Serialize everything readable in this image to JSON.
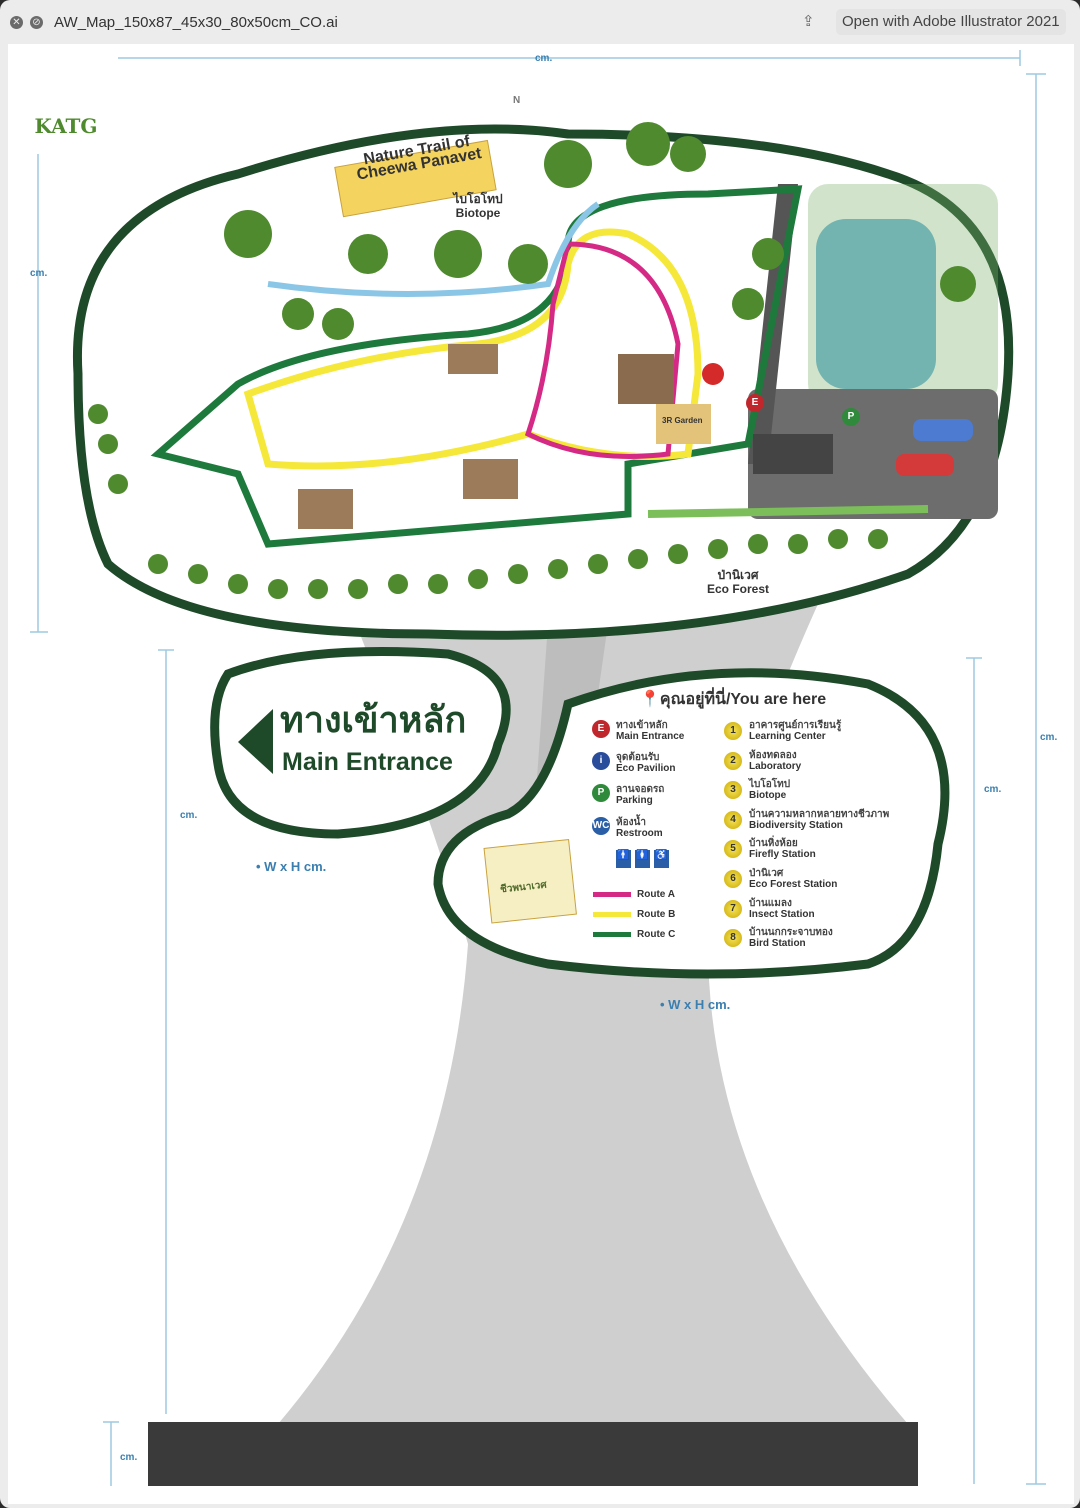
{
  "window": {
    "title": "AW_Map_150x87_45x30_80x50cm_CO.ai",
    "open_button": "Open with Adobe Illustrator 2021"
  },
  "logo": {
    "text": "KATG"
  },
  "dims": {
    "cm": "cm.",
    "wh_label_1": "• W   x H   cm.",
    "wh_label_2": "• W   x H   cm."
  },
  "map": {
    "title_sign": "Nature Trail of Cheewa Panavet",
    "biotope_th": "ไบโอโทป",
    "biotope_en": "Biotope",
    "eco_forest_th": "ป่านิเวศ",
    "eco_forest_en": "Eco Forest",
    "compass": "N",
    "garden": "3R Garden"
  },
  "entrance_sign": {
    "th": "ทางเข้าหลัก",
    "en": "Main Entrance"
  },
  "legend": {
    "title": "คุณอยู่ที่นี่/You are here",
    "symbols": [
      {
        "badge": "E",
        "th": "ทางเข้าหลัก",
        "en": "Main Entrance",
        "color": "#c0272d"
      },
      {
        "badge": "i",
        "th": "จุดต้อนรับ",
        "en": "Eco Pavilion",
        "color": "#2a4d9b"
      },
      {
        "badge": "P",
        "th": "ลานจอดรถ",
        "en": "Parking",
        "color": "#2f8a3c"
      },
      {
        "badge": "WC",
        "th": "ห้องน้ำ",
        "en": "Restroom",
        "color": "#2a5fa8"
      }
    ],
    "routes": [
      {
        "label": "Route A",
        "color": "#d42a86"
      },
      {
        "label": "Route B",
        "color": "#f5e83a"
      },
      {
        "label": "Route C",
        "color": "#1e7a3c"
      }
    ],
    "stations": [
      {
        "n": "1",
        "th": "อาคารศูนย์การเรียนรู้",
        "en": "Learning Center"
      },
      {
        "n": "2",
        "th": "ห้องทดลอง",
        "en": "Laboratory"
      },
      {
        "n": "3",
        "th": "ไบโอโทป",
        "en": "Biotope"
      },
      {
        "n": "4",
        "th": "บ้านความหลากหลายทางชีวภาพ",
        "en": "Biodiversity Station"
      },
      {
        "n": "5",
        "th": "บ้านหิ่งห้อย",
        "en": "Firefly Station"
      },
      {
        "n": "6",
        "th": "ป่านิเวศ",
        "en": "Eco Forest Station"
      },
      {
        "n": "7",
        "th": "บ้านแมลง",
        "en": "Insect Station"
      },
      {
        "n": "8",
        "th": "บ้านนกกระจาบทอง",
        "en": "Bird Station"
      }
    ],
    "note_card": "ชีวพนาเวศ"
  }
}
